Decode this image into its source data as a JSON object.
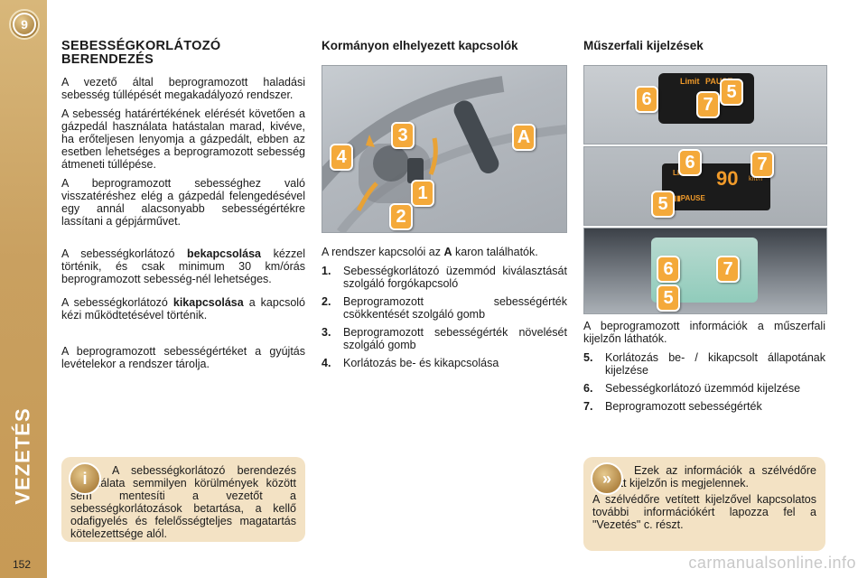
{
  "sidebar": {
    "chapter_number": "9",
    "chapter_title": "VEZETÉS",
    "page_number": "152"
  },
  "colors": {
    "sidebar": "#c9a060",
    "infobox": "#f3e2c4",
    "marker": "#f4a93a"
  },
  "col1": {
    "title": "SEBESSÉGKORLÁTOZÓ BERENDEZÉS",
    "p1": "A vezető által beprogramozott haladási sebesség túllépését megakadályozó rendszer.",
    "p2": "A sebesség határértékének elérését követően a gázpedál használata hatástalan marad, kivéve, ha erőteljesen lenyomja a gázpedált, ebben az esetben lehetséges a beprogramozott sebesség átmeneti túllépése.",
    "p3": "A beprogramozott sebességhez való visszatéréshez elég a gázpedál felengedésével egy annál alacsonyabb sebességértékre lassítani a gépjárművet.",
    "p4_pre": "A sebességkorlátozó ",
    "p4_bold": "bekapcsolása",
    "p4_post": " kézzel történik, és csak minimum 30 km/órás beprogramozott sebesség-nél lehetséges.",
    "p5_pre": "A sebességkorlátozó ",
    "p5_bold": "kikapcsolása",
    "p5_post": " a kapcsoló kézi működtetésével történik.",
    "p6": "A beprogramozott sebességértéket a gyújtás levételekor a rendszer tárolja.",
    "info": "A sebességkorlátozó berendezés használata semmilyen körülmények között sem mentesíti a vezetőt a sebességkorlátozások betartása, a kellő odafigyelés és felelősségteljes magatartás kötelezettsége alól."
  },
  "col2": {
    "title": "Kormányon elhelyezett kapcsolók",
    "intro_pre": "A rendszer kapcsolói az ",
    "intro_bold": "A",
    "intro_post": " karon találhatók.",
    "items": [
      {
        "num": "1.",
        "text": "Sebességkorlátozó üzemmód kiválasztását szolgáló forgókapcsoló"
      },
      {
        "num": "2.",
        "text": "Beprogramozott sebességérték csökkentését szolgáló gomb"
      },
      {
        "num": "3.",
        "text": "Beprogramozott sebességérték növelését szolgáló gomb"
      },
      {
        "num": "4.",
        "text": "Korlátozás be- és kikapcsolása"
      }
    ],
    "markers": [
      "3",
      "A",
      "4",
      "1",
      "2"
    ]
  },
  "col3": {
    "title": "Műszerfali kijelzések",
    "intro": "A beprogramozott információk a műszerfali kijelzőn láthatók.",
    "items": [
      {
        "num": "5.",
        "text": "Korlátozás be- / kikapcsolt állapotának kijelzése"
      },
      {
        "num": "6.",
        "text": "Sebességkorlátozó üzemmód kijelzése"
      },
      {
        "num": "7.",
        "text": "Beprogramozott sebességérték"
      }
    ],
    "display1": {
      "limit_label": "Limit",
      "pause_label": "PAUSE",
      "markers": [
        "6",
        "7",
        "5"
      ]
    },
    "display2": {
      "limit_label": "LIMIT",
      "speed": "90",
      "unit": "km/h",
      "pause_label": "▮▮PAUSE",
      "markers": [
        "6",
        "7",
        "5"
      ]
    },
    "display3": {
      "markers": [
        "6",
        "7",
        "5"
      ]
    },
    "info": "Ezek az információk a szélvédőre vetített kijelzőn is megjelennek. A szélvédőre vetített kijelzővel kapcsolatos további információkért lapozza fel a \"Vezetés\" c. részt.",
    "info_p1": "Ezek az információk a szélvédőre vetített kijelzőn is megjelennek.",
    "info_p2": "A szélvédőre vetített kijelzővel kapcsolatos további információkért lapozza fel a \"Vezetés\" c. részt."
  },
  "watermark": "carmanualsonline.info"
}
